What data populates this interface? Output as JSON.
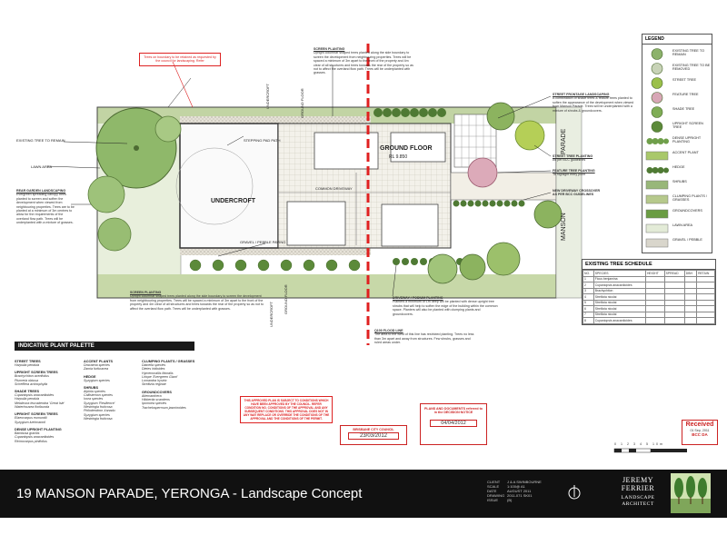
{
  "title_block": {
    "project_title": "19 MANSON PARADE, YERONGA - Landscape Concept",
    "meta": [
      {
        "key": "CLIENT",
        "value": "J & A SWINBOURNE"
      },
      {
        "key": "SCALE",
        "value": "1:100@ A1"
      },
      {
        "key": "DATE",
        "value": "AUGUST 2011"
      },
      {
        "key": "DRAWING",
        "value": "2011-071 SK01"
      },
      {
        "key": "ISSUE",
        "value": "(B)"
      }
    ],
    "firm_name_lines": [
      "JEREMY",
      "FERRIER"
    ],
    "firm_sub_lines": [
      "LANDSCAPE",
      "ARCHITECT"
    ]
  },
  "plan_labels": {
    "undercroft": "UNDERCROFT",
    "ground_floor": "GROUND FLOOR",
    "rl": "RL 9.850",
    "common_driveway": "COMMON DRIVEWAY",
    "stepping_pad_path": "STEPPING PAD PATH",
    "gravel_paving": "GRAVEL / PEBBLE PAVING",
    "undercroft_vertical": "UNDERCROFT",
    "ground_floor_vertical_top": "GROUND FLOOR",
    "undercroft_vertical_bottom": "UNDERCROFT",
    "ground_floor_vertical_bottom": "GROUND FLOOR",
    "street_name": "MANSON",
    "street_name_2": "PARADE",
    "existing_tree_to_remain": "EXISTING TREE TO REMAIN",
    "lawn_area": "LAWN AREA",
    "rear_garden_title": "REAR GARDEN LANDSCAPING",
    "rear_garden_text": "Evergreen spreading canopy trees planted to screen and soften the development when viewed from neighbouring properties. Trees are to be planted at a minimum of 3m centres to allow for the requirements of the overland flow path. Trees will be underplanted with a mixture of grasses.",
    "screen_planting_top_title": "SCREEN PLANTING",
    "screen_planting_top_text": "Upright columnar shaped trees planted along the side boundary to screen the development from neighbouring properties. Trees will be spaced a minimum of 3m apart to the front of the property and 4m clear of all structures and trees towards the rear of the property so as not to affect the overland flow path. Trees will be underplanted with grasses.",
    "screen_planting_bottom_title": "SCREEN PLANTING",
    "screen_planting_bottom_text": "Upright columnar shaped trees planted along the side boundary to screen the development from neighbouring properties. Trees will be spaced a minimum of 3m apart to the front of the property and 4m clear of all structures and trees towards the rear of the property so as not to affect the overland flow path. Trees will be underplanted with grasses.",
    "street_frontage_title": "STREET FRONTAGE LANDSCAPING",
    "street_frontage_text": "A combination of shade trees & feature trees planted to soften the appearance of the development when viewed from Manson Parade. Trees will be underplanted with a mixture of shrubs & groundcovers.",
    "street_tree_title": "STREET TREE PLANTING",
    "street_tree_text": "As per BCC guidelines",
    "feature_tree_title": "FEATURE TREE PLANTING",
    "feature_tree_text": "To highlight entry point",
    "driveway_title": "NEW DRIVEWAY CROSSOVER",
    "driveway_text": "AS PER BCC GUIDELINES",
    "driveway_podium_title": "DRIVEWAY / PODIUM PLANTING",
    "driveway_podium_text": "Planters a minimum of 1m deep will be planted with dense upright tree shrubs that will help to soften the edge of the building within the common space. Planters will also be planted with clumping plants and groundcovers.",
    "q100_title": "Q100 FLOOD LINE",
    "q100_text": "The area to the west of this line has restricted planting. Trees no less than 3m apart and away from structures. Few shrubs, grasses and ruled areas under.",
    "top_red_note": "Trees on boundary to be retained as requested by the council for landscaping. Refer",
    "red_box_approval": "This approved plan is subject to conditions which have been approved by the council. Refer Condition No. conditions of the approval and any subsequent conditions. This approval does not in any way replace or override the conditions of the approval and the conditions of the permit.",
    "stamp_1_title": "BRISBANE CITY COUNCIL",
    "stamp_1_date": "23/03/2012",
    "stamp_2_title": "PLANS AND DOCUMENTS referred to in the DECISION NOTICE",
    "stamp_2_date": "04/04/2012",
    "received_title": "Received",
    "received_date": "01 Sep, 2011",
    "received_ref": "BCC DA"
  },
  "legend": {
    "title": "LEGEND",
    "items": [
      {
        "label": "EXISTING TREE TO REMAIN",
        "swatch": "tree-remain",
        "color": "#8cb26b"
      },
      {
        "label": "EXISTING TREE TO BE REMOVED",
        "swatch": "tree-remove",
        "color": "#c8d3b7"
      },
      {
        "label": "STREET TREE",
        "swatch": "street-tree",
        "color": "#9bc04a"
      },
      {
        "label": "FEATURE TREE",
        "swatch": "feature-tree",
        "color": "#d8a7b6"
      },
      {
        "label": "SHADE TREE",
        "swatch": "shade-tree",
        "color": "#7fad55"
      },
      {
        "label": "UPRIGHT SCREEN TREE",
        "swatch": "screen-tree",
        "color": "#5c8a3a"
      },
      {
        "label": "DENSE UPRIGHT PLANTING",
        "swatch": "dense-upright",
        "color": "#6f9f4a"
      },
      {
        "label": "ACCENT PLANT",
        "swatch": "accent-plant",
        "color": "#a9c86a"
      },
      {
        "label": "HEDGE",
        "swatch": "hedge",
        "color": "#4f7a34"
      },
      {
        "label": "SHRUBS",
        "swatch": "shrubs",
        "color": "#98b779"
      },
      {
        "label": "CLUMPING PLANTS / GRASSES",
        "swatch": "grasses",
        "color": "#b6c98c"
      },
      {
        "label": "GROUNDCOVERS",
        "swatch": "groundcovers",
        "color": "#6a9c42"
      },
      {
        "label": "LAWN AREA",
        "swatch": "lawn",
        "color": "#e3ebd7"
      },
      {
        "label": "GRAVEL / PEBBLE",
        "swatch": "gravel",
        "color": "#d9d6cc"
      }
    ]
  },
  "schedule": {
    "title": "EXISTING TREE SCHEDULE",
    "headers": [
      "NO.",
      "SPECIES",
      "HEIGHT",
      "SPREAD",
      "DBH",
      "RETAIN"
    ],
    "rows": [
      [
        "1",
        "Ficus benjamina",
        "",
        "",
        "",
        ""
      ],
      [
        "2",
        "Cupaniopsis anacardioides",
        "",
        "",
        "",
        ""
      ],
      [
        "3",
        "Brachychiton",
        "",
        "",
        "",
        ""
      ],
      [
        "4",
        "Strelitzia nicolai",
        "",
        "",
        "",
        ""
      ],
      [
        "5",
        "Strelitzia nicolai",
        "",
        "",
        "",
        ""
      ],
      [
        "6",
        "Strelitzia nicolai",
        "",
        "",
        "",
        ""
      ],
      [
        "7",
        "Strelitzia nicolai",
        "",
        "",
        "",
        ""
      ],
      [
        "8",
        "Cupaniopsis anacardioides",
        "",
        "",
        "",
        ""
      ]
    ]
  },
  "palette": {
    "title": "INDICATIVE PLANT PALETTE",
    "columns": [
      [
        {
          "heading": "STREET TREES",
          "items": [
            "Harpulia pendula"
          ]
        },
        {
          "heading": "UPRIGHT SCREEN TREES",
          "items": [
            "Brachychiton acerifolius",
            "Plumeria obtusa",
            "Schefflera actinophylla"
          ]
        },
        {
          "heading": "SHADE TREES",
          "items": [
            "Cupaniopsis anacardioides",
            "Harpulia pendula",
            "Melaleuca leucadendra 'Great Isle'",
            "Waterhousea floribunda"
          ]
        },
        {
          "heading": "UPRIGHT SCREEN TREES",
          "items": [
            "Elaeocarpus eumundii",
            "Syzygium luehmannii"
          ]
        },
        {
          "heading": "DENSE UPRIGHT PLANTING",
          "items": [
            "Bambusa gracilis",
            "Cupaniopsis anacardioides",
            "Ricinocarpus pinifolius"
          ]
        }
      ],
      [
        {
          "heading": "ACCENT PLANTS",
          "items": [
            "Dracaena species",
            "Zamia furfuracea"
          ]
        },
        {
          "heading": "HEDGE",
          "items": [
            "Syzygium species"
          ]
        },
        {
          "heading": "SHRUBS",
          "items": [
            "Alpinia species",
            "Callistemon species",
            "Ixora species",
            "Syzygium 'Resilience'",
            "Westringia fruticosa",
            "Philodendron Xanadu",
            "Syzygium species",
            "Westringia fruticosa"
          ]
        }
      ],
      [
        {
          "heading": "CLUMPING PLANTS / GRASSES",
          "items": [
            "Dianella species",
            "Dietes iridioides",
            "Hymenocallis littoralis",
            "Liriope 'Evergreen Giant'",
            "Lomandra hystrix",
            "Strelitzia reginae"
          ]
        },
        {
          "heading": "GROUNDCOVERS",
          "items": [
            "Alternanthera",
            "Hibbertia scandens",
            "Ipomoea species",
            "Trachelospermum jasminoides"
          ]
        }
      ]
    ]
  },
  "misc": {
    "scale_bar": "0 1 2 3 4 5 10m"
  }
}
